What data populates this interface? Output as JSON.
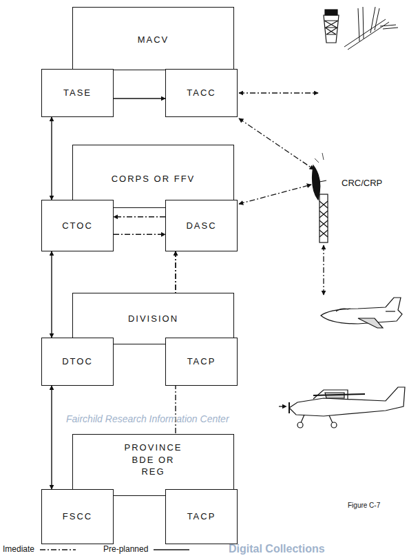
{
  "diagram": {
    "nodes": [
      {
        "text": [
          "MACV"
        ]
      },
      {
        "text": [
          "TASE"
        ]
      },
      {
        "text": [
          "TACC"
        ]
      },
      {
        "text": [
          "CORPS OR FFV"
        ]
      },
      {
        "text": [
          "CTOC"
        ]
      },
      {
        "text": [
          "DASC"
        ]
      },
      {
        "text": [
          "DIVISION"
        ]
      },
      {
        "text": [
          "DTOC"
        ]
      },
      {
        "text": [
          "TACP"
        ]
      },
      {
        "text": [
          "PROVINCE BDE OR REG"
        ]
      },
      {
        "text": [
          "FSCC"
        ]
      },
      {
        "text": [
          "TACP"
        ]
      }
    ],
    "edges": [
      {
        "from": 1,
        "to": 2,
        "arrow": "to"
      },
      {
        "from": 1,
        "to": 4,
        "arrow": "both"
      },
      {
        "from": 4,
        "to": 7,
        "arrow": "both"
      },
      {
        "from": 7,
        "to": 10,
        "arrow": "both"
      },
      {
        "from": 5,
        "to": 4,
        "arrow": "to"
      },
      {
        "from": 4,
        "to": 5,
        "arrow": "to"
      },
      {
        "from": 5,
        "to": 8,
        "arrow": "both"
      },
      {
        "from": 5,
        "to": 11,
        "arrow": "both"
      }
    ],
    "labels": [
      "CRC/CRP",
      "Figure C-7",
      "Fairchild Research Information Center",
      "Digital Collections"
    ],
    "legend": [
      {
        "text": "Imediate"
      },
      {
        "text": "Pre-planned"
      }
    ]
  }
}
